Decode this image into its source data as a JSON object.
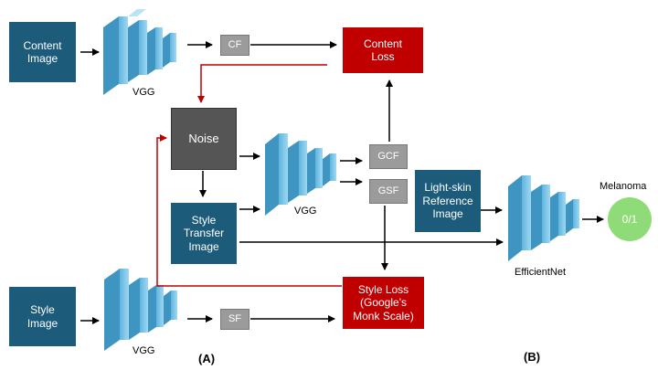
{
  "nodes": {
    "content_image": "Content\nImage",
    "content_loss": "Content\nLoss",
    "noise": "Noise",
    "style_transfer_image": "Style\nTransfer\nImage",
    "style_image": "Style\nImage",
    "style_loss": "Style Loss\n(Google's\nMonk Scale)",
    "light_skin_reference": "Light-skin\nReference\nImage",
    "cf": "CF",
    "sf": "SF",
    "gcf": "GCF",
    "gsf": "GSF",
    "output": "0/1"
  },
  "labels": {
    "vgg_top": "VGG",
    "vgg_middle": "VGG",
    "vgg_bottom": "VGG",
    "efficientnet": "EfficientNet",
    "melanoma": "Melanoma",
    "panel_a": "(A)",
    "panel_b": "(B)"
  },
  "colors": {
    "box_blue": "#1d5b7a",
    "loss_red": "#c00000",
    "noise_gray": "#555555",
    "feature_gray": "#9b9b9b",
    "network_blue": "#7fc8ea",
    "output_green": "#8fdb78",
    "arrow_red": "#c00000"
  }
}
